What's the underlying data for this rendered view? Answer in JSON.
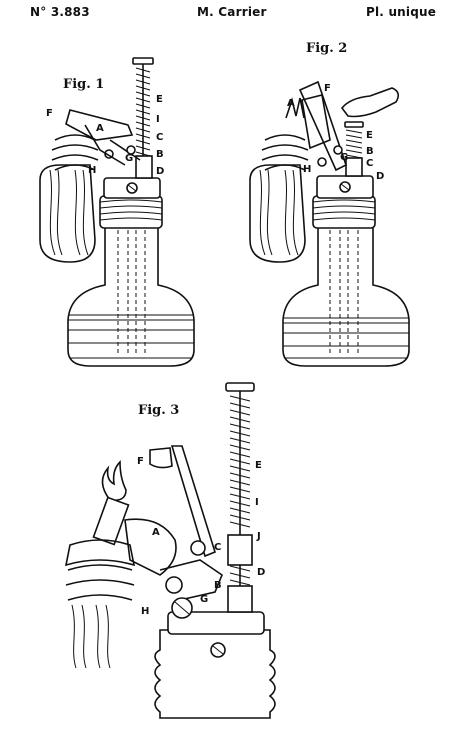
{
  "header": {
    "left": "N° 3.883",
    "center": "M. Carrier",
    "right": "Pl. unique"
  },
  "figures": {
    "fig1": {
      "title": "Fig. 1",
      "labels": {
        "E": "E",
        "I": "I",
        "C": "C",
        "B": "B",
        "D": "D",
        "F": "F",
        "A": "A",
        "G": "G",
        "H": "H"
      }
    },
    "fig2": {
      "title": "Fig. 2",
      "labels": {
        "F": "F",
        "A": "A",
        "E": "E",
        "B": "B",
        "C": "C",
        "D": "D",
        "G": "G",
        "H": "H"
      }
    },
    "fig3": {
      "title": "Fig. 3",
      "labels": {
        "F": "F",
        "E": "E",
        "I": "I",
        "A": "A",
        "J": "J",
        "C": "C",
        "D": "D",
        "B": "B",
        "G": "G",
        "H": "H"
      }
    }
  }
}
